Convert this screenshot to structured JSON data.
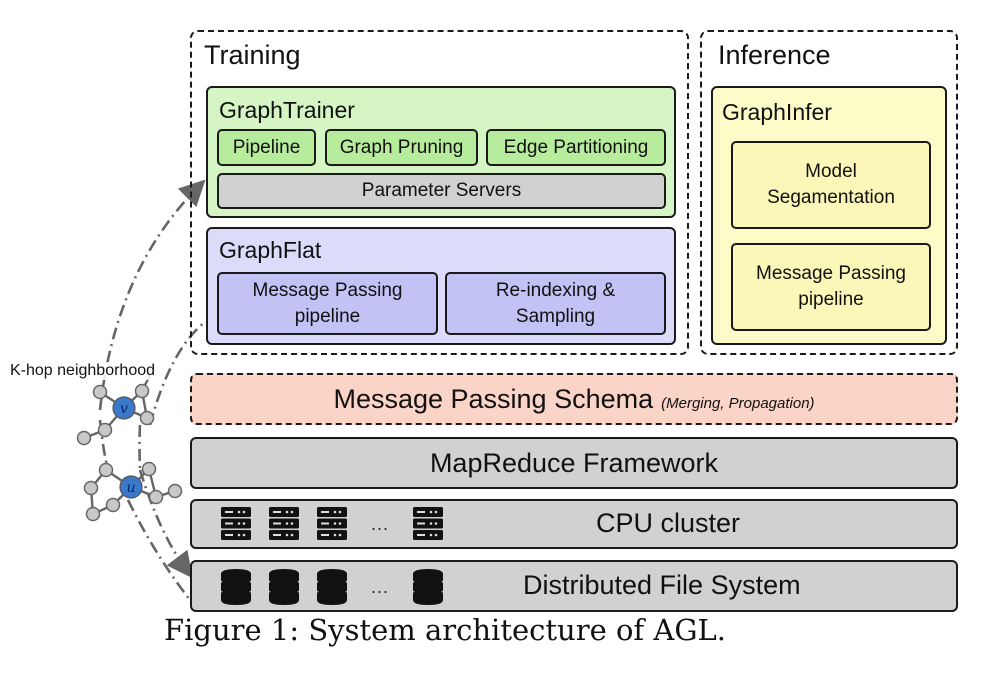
{
  "diagram": {
    "training": {
      "title": "Training",
      "graph_trainer": {
        "title": "GraphTrainer",
        "modules": [
          "Pipeline",
          "Graph Pruning",
          "Edge Partitioning"
        ],
        "parameter_servers": "Parameter Servers"
      },
      "graph_flat": {
        "title": "GraphFlat",
        "modules": [
          "Message Passing pipeline",
          "Re-indexing & Sampling"
        ],
        "module_lines": [
          [
            "Message Passing",
            "pipeline"
          ],
          [
            "Re-indexing &",
            "Sampling"
          ]
        ]
      }
    },
    "inference": {
      "title": "Inference",
      "graph_infer": {
        "title": "GraphInfer",
        "modules": [
          "Model Segamentation",
          "Message Passing pipeline"
        ],
        "module_lines": [
          [
            "Model",
            "Segamentation"
          ],
          [
            "Message Passing",
            "pipeline"
          ]
        ]
      }
    },
    "layers": {
      "message_passing_schema": {
        "label": "Message Passing Schema",
        "note": "(Merging, Propagation)"
      },
      "mapreduce": {
        "label": "MapReduce Framework"
      },
      "cpu_cluster": {
        "label": "CPU cluster",
        "icon": "server-rack-icon",
        "icon_count": 4,
        "ellipsis": "..."
      },
      "dfs": {
        "label": "Distributed File System",
        "icon": "database-icon",
        "icon_count": 4,
        "ellipsis": "..."
      }
    },
    "neighborhood": {
      "label": "K-hop neighborhood",
      "nodes": {
        "center_top": "v",
        "center_bottom": "u"
      }
    },
    "colors": {
      "training_green": "#d6f5c4",
      "training_green_chip": "#b8ec9d",
      "graphflat_purple": "#dcdcfa",
      "graphflat_purple_chip": "#c2c2f4",
      "inference_yellow": "#fdfbc8",
      "schema_salmon": "#fbd4c8",
      "infrastructure_gray": "#d1d1d1",
      "center_node_blue": "#3a78c9",
      "neighbor_node_gray": "#c8c8c8"
    }
  },
  "caption": "Figure 1: System architecture of AGL."
}
